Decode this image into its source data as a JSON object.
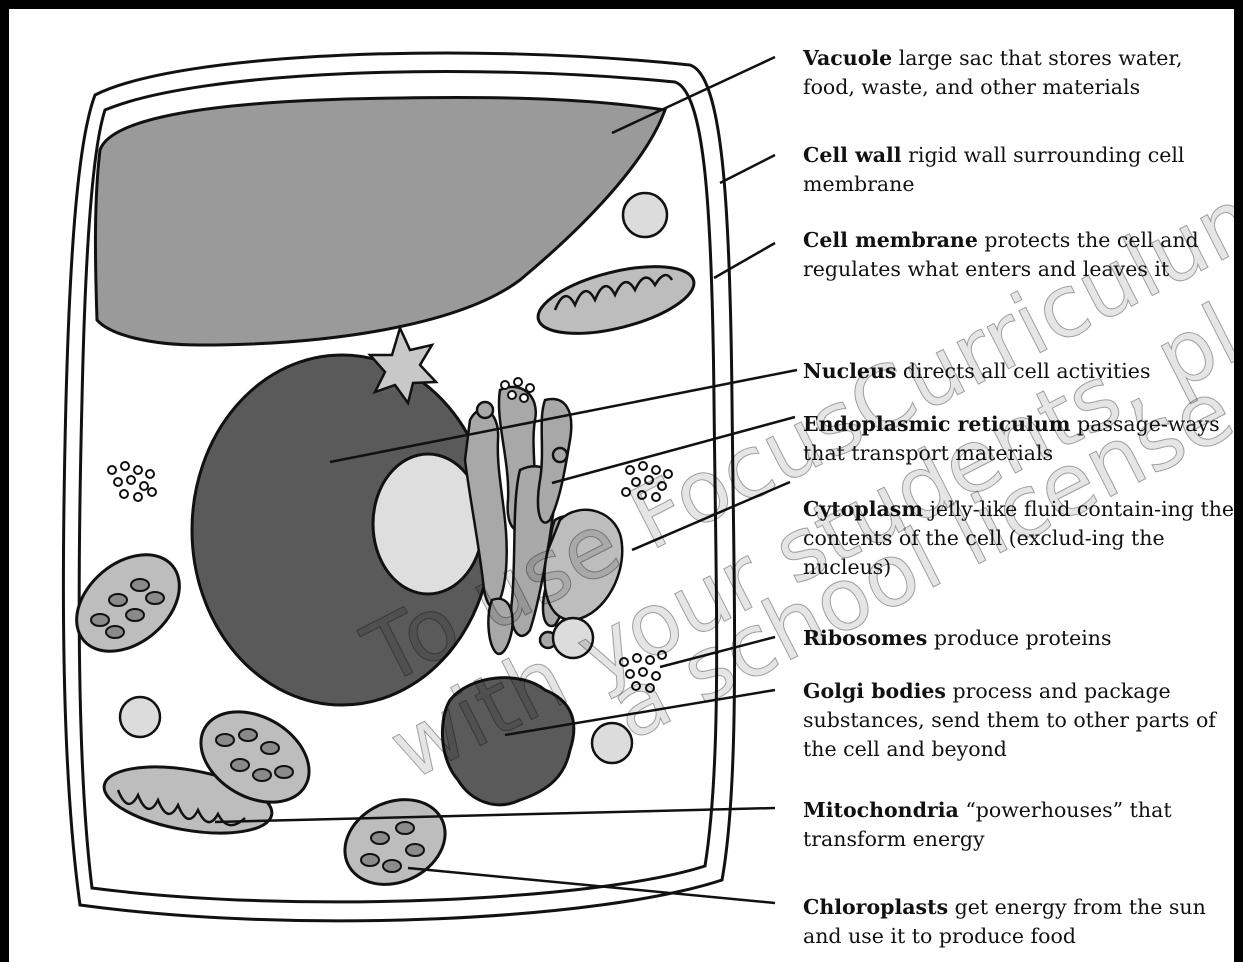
{
  "labels": [
    {
      "term": "Vacuole",
      "desc": " large sac that stores water, food, waste, and other materials"
    },
    {
      "term": "Cell wall",
      "desc": " rigid wall surrounding cell membrane"
    },
    {
      "term": "Cell membrane",
      "desc": " protects the cell and regulates what enters and leaves it"
    },
    {
      "term": "Nucleus",
      "desc": " directs all cell activities"
    },
    {
      "term": "Endoplasmic reticulum",
      "desc": " passage-ways that transport materials"
    },
    {
      "term": "Cytoplasm",
      "desc": " jelly-like fluid contain-ing the contents of the cell (exclud-ing the nucleus)"
    },
    {
      "term": "Ribosomes",
      "desc": " produce proteins"
    },
    {
      "term": "Golgi bodies",
      "desc": " process and package substances, send them to other parts of the cell and beyond"
    },
    {
      "term": "Mitochondria",
      "desc": " “powerhouses” that transform energy"
    },
    {
      "term": "Chloroplasts",
      "desc": " get energy from the sun and use it to produce food"
    }
  ],
  "watermark": {
    "line1": "To use FocusCurriculum materials",
    "line2": "with your students, please purchase",
    "line3": "a school license."
  }
}
